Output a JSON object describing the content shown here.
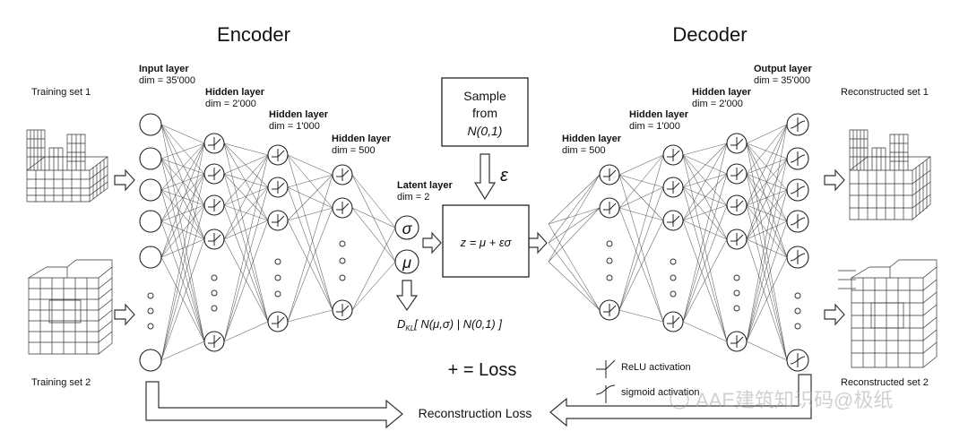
{
  "encoder": {
    "title": "Encoder",
    "layers": [
      {
        "name": "Input layer",
        "dim": "dim = 35'000"
      },
      {
        "name": "Hidden layer",
        "dim": "dim = 2'000"
      },
      {
        "name": "Hidden layer",
        "dim": "dim = 1'000"
      },
      {
        "name": "Hidden layer",
        "dim": "dim = 500"
      }
    ]
  },
  "decoder": {
    "title": "Decoder",
    "layers": [
      {
        "name": "Hidden layer",
        "dim": "dim = 500"
      },
      {
        "name": "Hidden layer",
        "dim": "dim = 1'000"
      },
      {
        "name": "Hidden layer",
        "dim": "dim = 2'000"
      },
      {
        "name": "Output layer",
        "dim": "dim = 35'000"
      }
    ]
  },
  "latent": {
    "name": "Latent layer",
    "dim": "dim = 2",
    "sigma": "σ",
    "mu": "μ"
  },
  "sample": {
    "line1": "Sample",
    "line2": "from",
    "line3": "N(0,1)",
    "epsilon": "ε"
  },
  "formula": "z = μ + εσ",
  "kl": "D_KL[ N(μ,σ) | N(0,1) ]",
  "loss": "+ = Loss",
  "reconstruction_loss": "Reconstruction Loss",
  "datasets": {
    "training_1": "Training set 1",
    "training_2": "Training set 2",
    "reconstructed_1": "Reconstructed set 1",
    "reconstructed_2": "Reconstructed set 2"
  },
  "legend": {
    "relu": "ReLU activation",
    "sigmoid": "sigmoid activation"
  },
  "watermark": "AAE建筑知识码@极纸"
}
